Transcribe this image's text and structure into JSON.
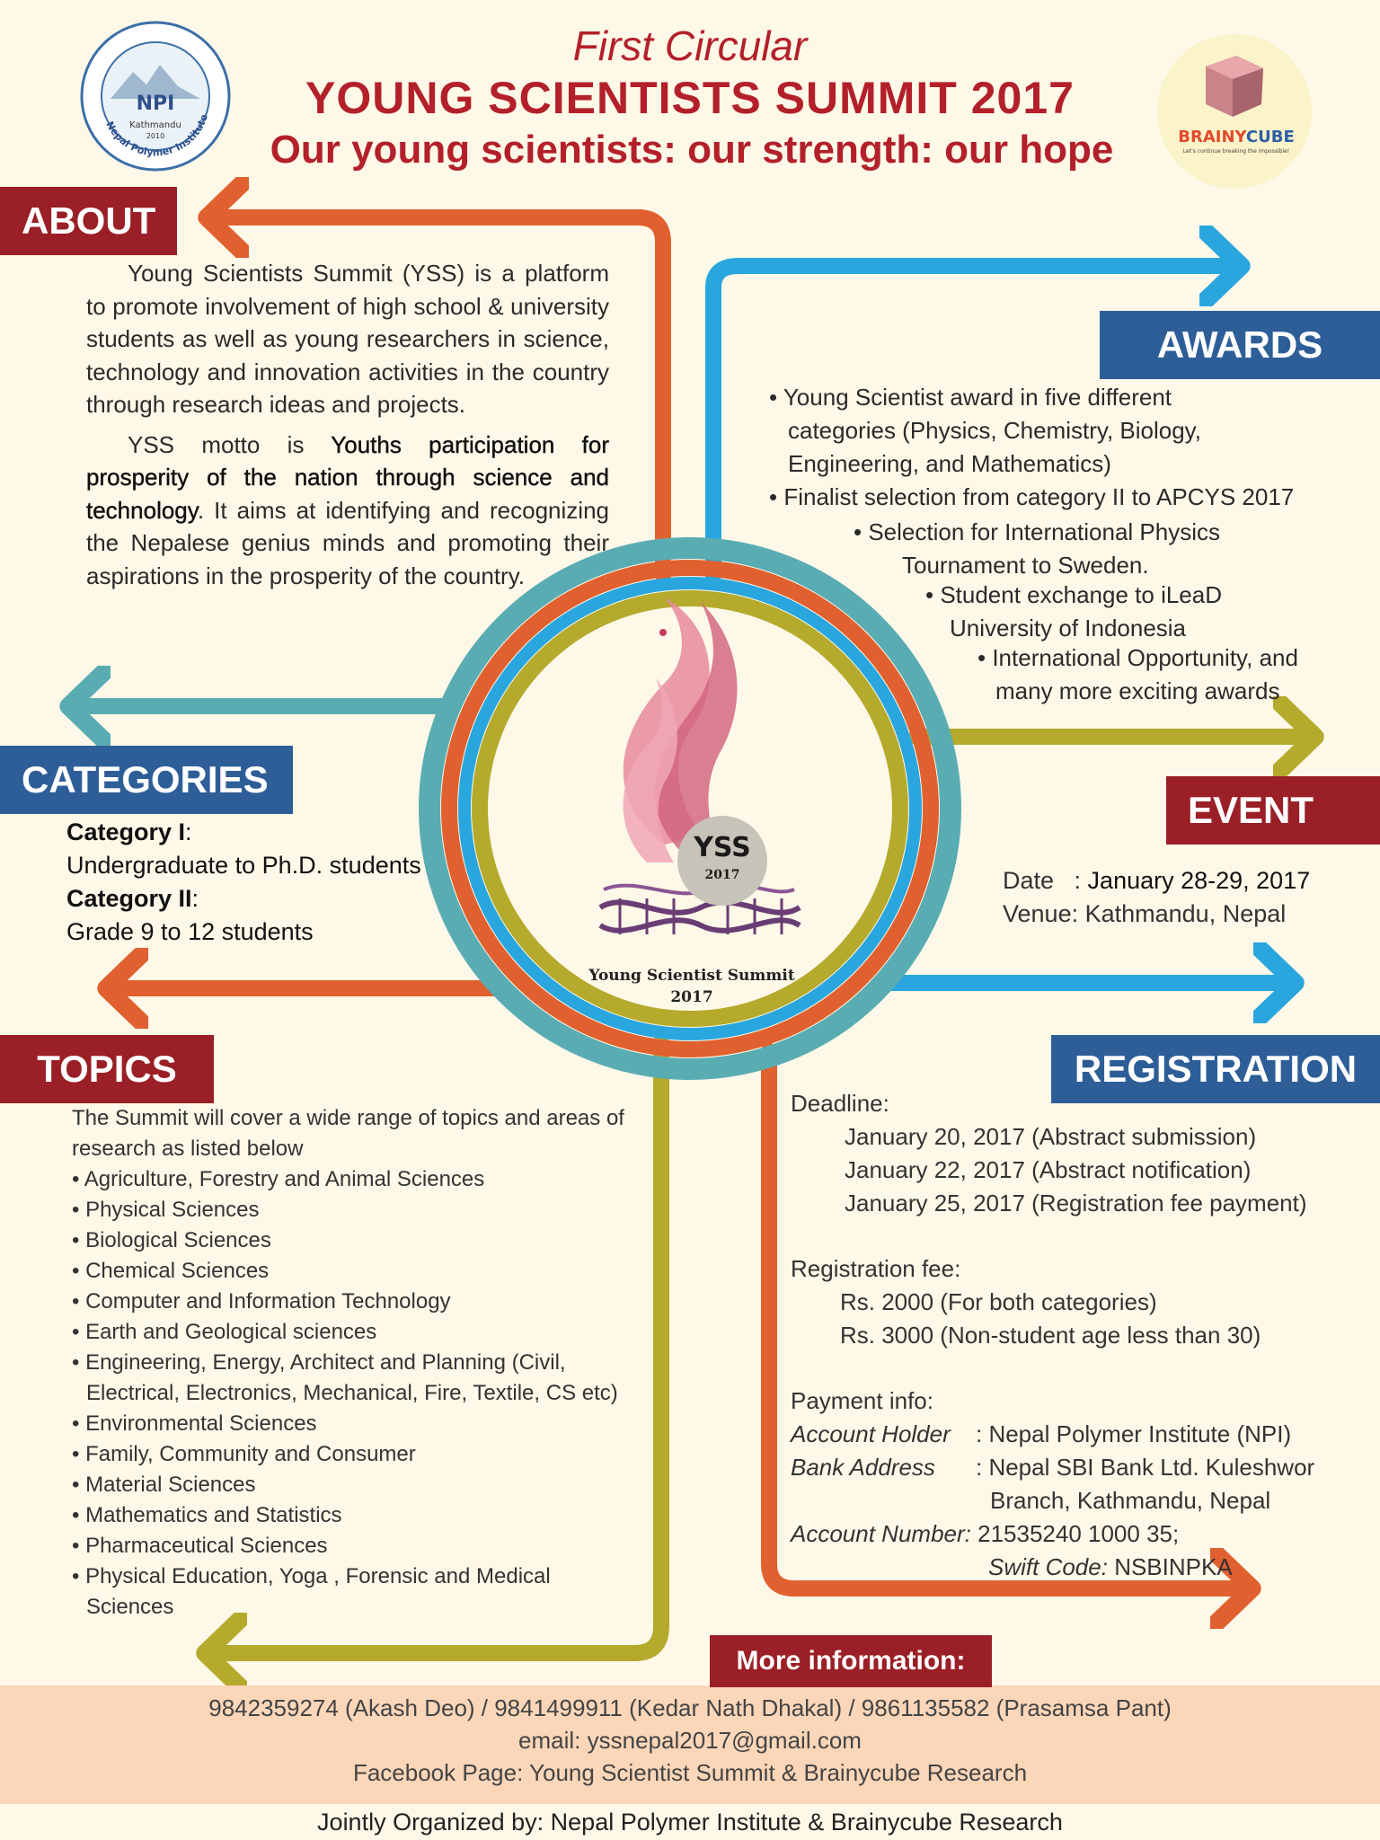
{
  "header": {
    "circular": "First Circular",
    "title": "YOUNG SCIENTISTS SUMMIT 2017",
    "motto": "Our young scientists: our strength: our hope"
  },
  "logos": {
    "npi": {
      "name": "NPI",
      "city": "Kathmandu",
      "year": "2010",
      "ring_text": "Nepal Polymer Institute"
    },
    "brainycube": {
      "name_part1": "BRAINY",
      "name_part2": "CUBE",
      "tagline": "Let's continue breaking the impossible!"
    }
  },
  "about": {
    "label": "ABOUT",
    "para1": "Young Scientists Summit (YSS) is a platform to promote involvement of high school  & university students as well as young researchers in science, technology and innovation activities in the country through research ideas and projects.",
    "para2_start": "YSS motto is ",
    "para2_bold": "Youths participation for prosperity of the nation through science and technology",
    "para2_end": ". It aims at identifying and recognizing the Nepalese genius minds and promoting their aspirations in the prosperity of the country."
  },
  "awards": {
    "label": "AWARDS",
    "items": [
      "• Young Scientist award in five different",
      "categories (Physics, Chemistry, Biology,",
      "Engineering, and Mathematics)",
      "• Finalist selection from category II to APCYS 2017",
      "• Selection for International Physics",
      "Tournament to Sweden.",
      "• Student exchange to iLeaD",
      "University of Indonesia",
      "• International Opportunity, and",
      "many more exciting awards"
    ]
  },
  "categories": {
    "label": "CATEGORIES",
    "cat1_title": "Category I",
    "cat1_desc": "Undergraduate to Ph.D. students",
    "cat2_title": "Category II",
    "cat2_desc": "Grade 9 to 12 students"
  },
  "event": {
    "label": "EVENT",
    "date_label": "Date   : ",
    "date": "January 28-29, 2017",
    "venue_label": "Venue: ",
    "venue": "Kathmandu, Nepal"
  },
  "center": {
    "badge": "YSS",
    "badge_year": "2017",
    "caption": "Young Scientist Summit",
    "caption_year": "2017"
  },
  "topics": {
    "label": "TOPICS",
    "intro": "The Summit will cover a wide range of topics and areas of research as listed below",
    "items": [
      "Agriculture, Forestry and  Animal Sciences",
      "Physical Sciences",
      "Biological Sciences",
      "Chemical Sciences",
      "Computer and Information Technology",
      "Earth and Geological sciences",
      "Engineering, Energy, Architect and Planning (Civil, Electrical, Electronics, Mechanical, Fire, Textile, CS etc)",
      "Environmental Sciences",
      "Family, Community and Consumer",
      "Material Sciences",
      "Mathematics and Statistics",
      "Pharmaceutical Sciences",
      "Physical Education,  Yoga , Forensic and  Medical Sciences"
    ]
  },
  "registration": {
    "label": "REGISTRATION",
    "deadline_label": "Deadline:",
    "deadlines": [
      "January 20, 2017 (Abstract submission)",
      "January 22, 2017 (Abstract notification)",
      "January 25, 2017 (Registration fee payment)"
    ],
    "fee_label": "Registration fee:",
    "fees": [
      "Rs. 2000 (For both categories)",
      "Rs. 3000 (Non-student age less than 30)"
    ],
    "payment_label": "Payment info:",
    "account_holder_label": "Account Holder",
    "account_holder": ": Nepal Polymer Institute (NPI)",
    "bank_label": "Bank Address",
    "bank_line1": ": Nepal SBI Bank Ltd. Kuleshwor",
    "bank_line2": "Branch, Kathmandu, Nepal",
    "account_number_label": "Account Number:",
    "account_number": "21535240 1000 35;",
    "swift_label": "Swift Code:",
    "swift": "NSBINPKA"
  },
  "footer": {
    "more_info": "More information:",
    "phones": "9842359274 (Akash Deo) / 9841499911 (Kedar Nath Dhakal) / 9861135582 (Prasamsa Pant)",
    "email": "email: yssnepal2017@gmail.com",
    "facebook": "Facebook Page: Young Scientist Summit & Brainycube Research",
    "organizer": "Jointly Organized by: Nepal Polymer Institute & Brainycube Research"
  },
  "colors": {
    "red": "#9a1f26",
    "blue": "#2e5e97",
    "orange_arrow": "#e0612f",
    "blue_arrow": "#2aa6df",
    "teal_arrow": "#5aacb3",
    "olive_arrow": "#b5aa2c",
    "background": "#fdf8e8",
    "footer_band": "#fbd6b8"
  }
}
